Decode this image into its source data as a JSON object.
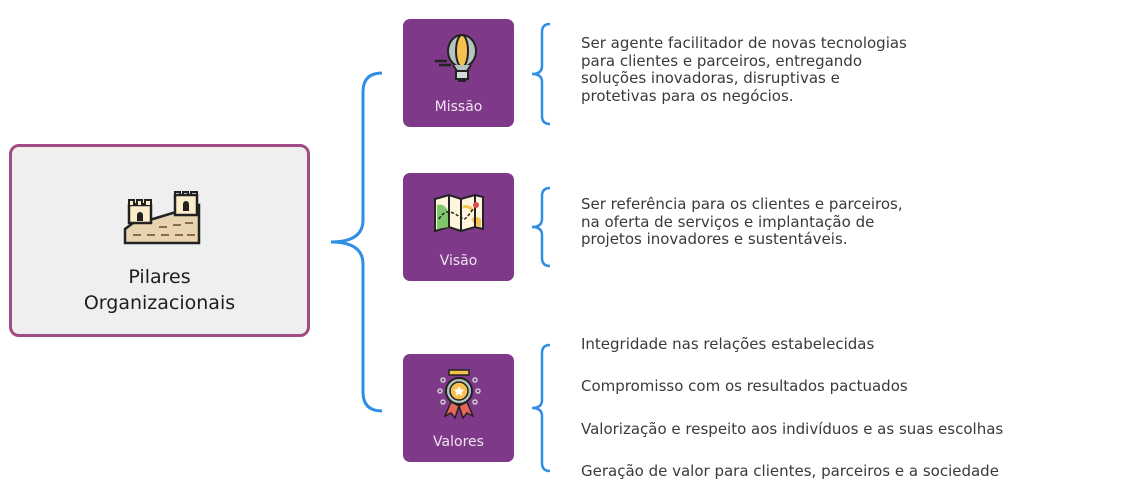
{
  "root": {
    "icon": "castle-wall-icon",
    "title_line1": "Pilares",
    "title_line2": "Organizacionais"
  },
  "colors": {
    "root_border": "#a24c86",
    "root_bg": "#efefef",
    "pillar_bg": "#7e3988",
    "brace": "#2f8fe6"
  },
  "pillars": [
    {
      "label": "Missão",
      "icon": "hot-air-balloon-lightbulb-icon",
      "description": [
        "Ser agente facilitador de novas tecnologias",
        "para clientes e parceiros, entregando",
        "soluções inovadoras, disruptivas e",
        "protetivas para os negócios."
      ]
    },
    {
      "label": "Visão",
      "icon": "map-icon",
      "description": [
        "Ser referência para os clientes e parceiros,",
        "na oferta de serviços e implantação de",
        "projetos inovadores e sustentáveis."
      ]
    },
    {
      "label": "Valores",
      "icon": "medal-icon",
      "items": [
        "Integridade nas relações estabelecidas",
        "Compromisso com os resultados pactuados",
        "Valorização e respeito aos indivíduos e as suas escolhas",
        "Geração de valor para clientes, parceiros e a sociedade"
      ]
    }
  ]
}
